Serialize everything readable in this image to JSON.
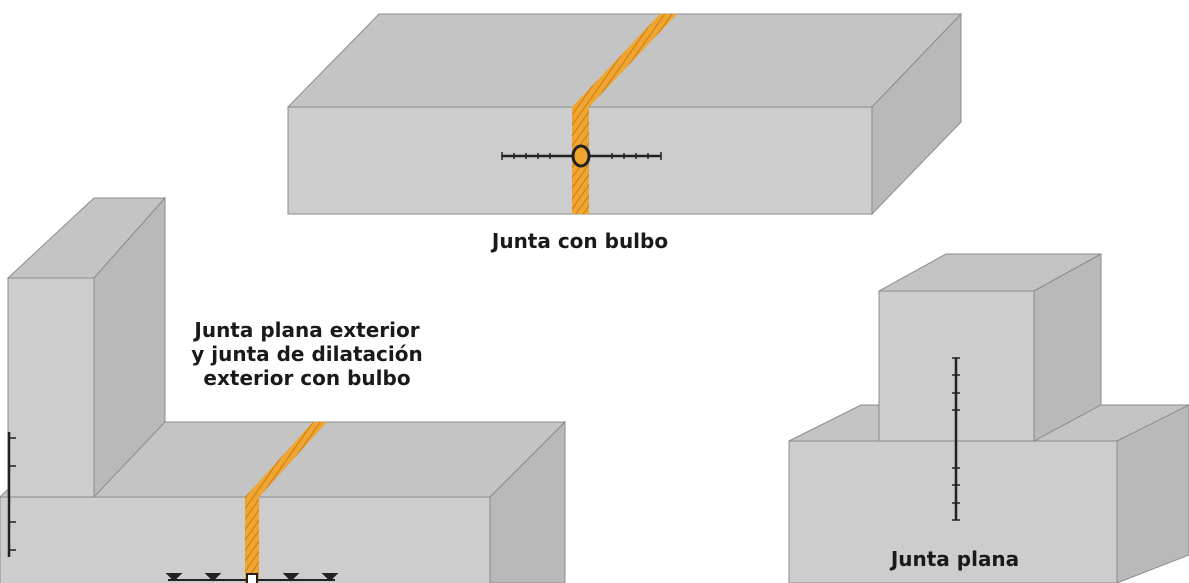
{
  "labels": {
    "bulb_joint": "Junta con bulbo",
    "exterior_joint": [
      "Junta plana exterior",
      "y junta de dilatación",
      "exterior con bulbo"
    ],
    "flat_joint": "Junta plana"
  },
  "colors": {
    "face_front": "#cdcdcd",
    "face_top": "#c4c4c4",
    "face_side": "#b9b9b9",
    "edge": "#8c8c8c",
    "waterstop": "#f0a531",
    "waterstop_dark": "#c87d14",
    "profile": "#222222",
    "text": "#1a1a1a"
  }
}
